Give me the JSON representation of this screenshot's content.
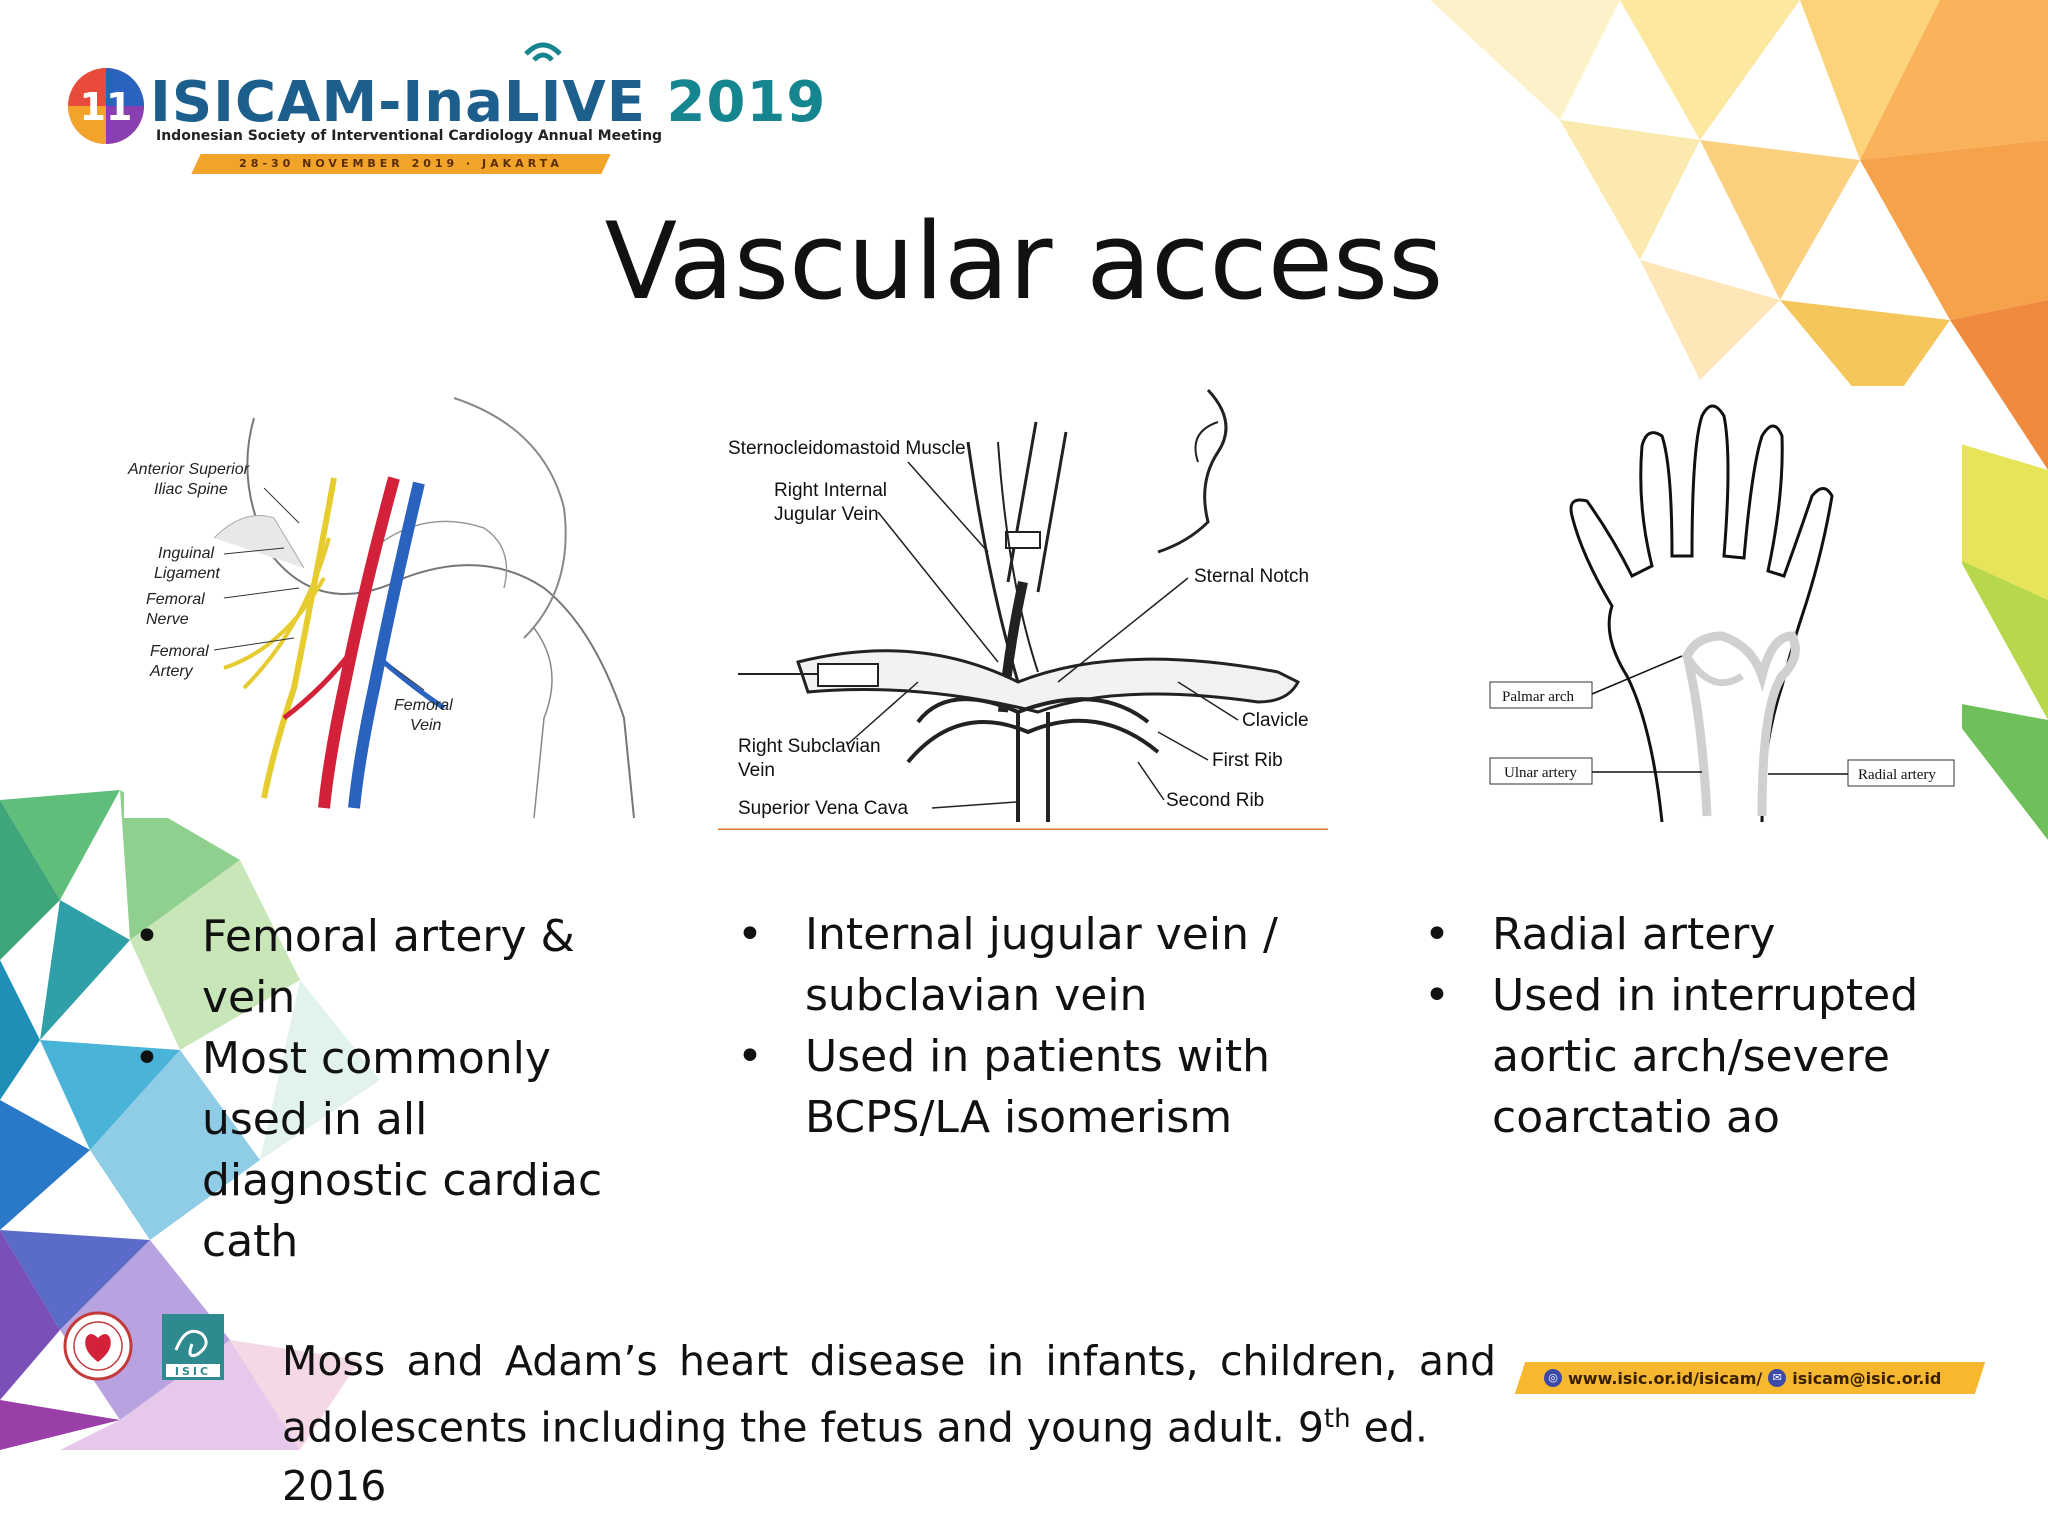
{
  "logo": {
    "badge_number": "11",
    "word_main": "ISICAM-InaLIVE",
    "year": "2019",
    "subtitle": "Indonesian Society of Interventional Cardiology Annual Meeting",
    "dates": "28-30 NOVEMBER 2019 · JAKARTA"
  },
  "slide": {
    "title": "Vascular access"
  },
  "figures": {
    "femoral": {
      "labels": [
        "Anterior Superior",
        "Iliac Spine",
        "Inguinal",
        "Ligament",
        "Femoral",
        "Nerve",
        "Femoral",
        "Artery",
        "Femoral",
        "Vein"
      ]
    },
    "jugular": {
      "labels": [
        "Sternocleidomastoid Muscle",
        "Right Internal",
        "Jugular Vein",
        "Sternal Notch",
        "Clavicle",
        "First Rib",
        "Second Rib",
        "Right Subclavian",
        "Vein",
        "Superior Vena Cava"
      ]
    },
    "radial": {
      "labels": [
        "Palmar arch",
        "Ulnar artery",
        "Radial artery"
      ]
    }
  },
  "columns": [
    {
      "items": [
        "Femoral artery & vein",
        "Most commonly used in all diagnostic cardiac cath"
      ]
    },
    {
      "items": [
        "Internal jugular vein / subclavian vein",
        "Used in patients with BCPS/LA isomerism"
      ]
    },
    {
      "items": [
        "Radial artery",
        "Used in interrupted aortic arch/severe coarctatio ao"
      ]
    }
  ],
  "bullet_char": "•",
  "reference": {
    "line1_words": [
      "Moss",
      "and",
      "Adam’s",
      "heart",
      "disease",
      "in",
      "infants,",
      "children,",
      "and"
    ],
    "line2_pre": "adolescents including the fetus and young adult. 9",
    "line2_sup": "th",
    "line2_post": " ed. 2016"
  },
  "footer": {
    "website": "www.isic.or.id/isicam/",
    "email": "isicam@isic.or.id",
    "isic_text": "ISIC"
  },
  "colors": {
    "artery": "#d3213a",
    "vein": "#2a62c0",
    "nerve": "#e6cc2e",
    "accent_orange": "#f5b82e",
    "brand_blue": "#1d5f8c"
  }
}
